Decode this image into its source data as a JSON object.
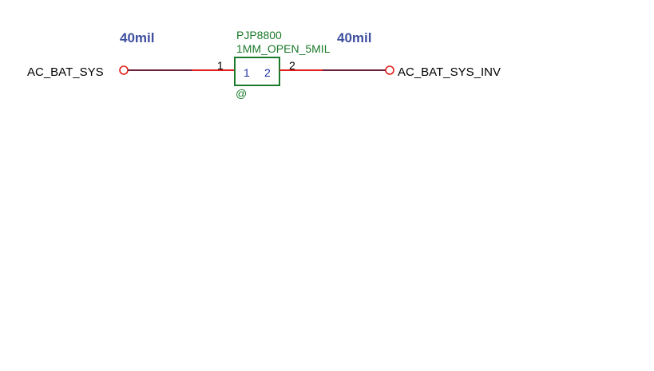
{
  "schematic": {
    "left_net": {
      "name": "AC_BAT_SYS",
      "trace_width": "40mil"
    },
    "right_net": {
      "name": "AC_BAT_SYS_INV",
      "trace_width": "40mil"
    },
    "component": {
      "refdes": "PJP8800",
      "value": "1MM_OPEN_5MIL",
      "marker": "@",
      "pin_left": "1",
      "pin_right": "2",
      "inner_pin_left": "1",
      "inner_pin_right": "2"
    }
  },
  "colors": {
    "wire": "#6b1f3a",
    "pin_stub": "#e0201a",
    "connector": "#e0201a",
    "component": "#1a7a2a",
    "width_label": "#3f4fa0",
    "text": "#000000",
    "background": "#ffffff"
  }
}
